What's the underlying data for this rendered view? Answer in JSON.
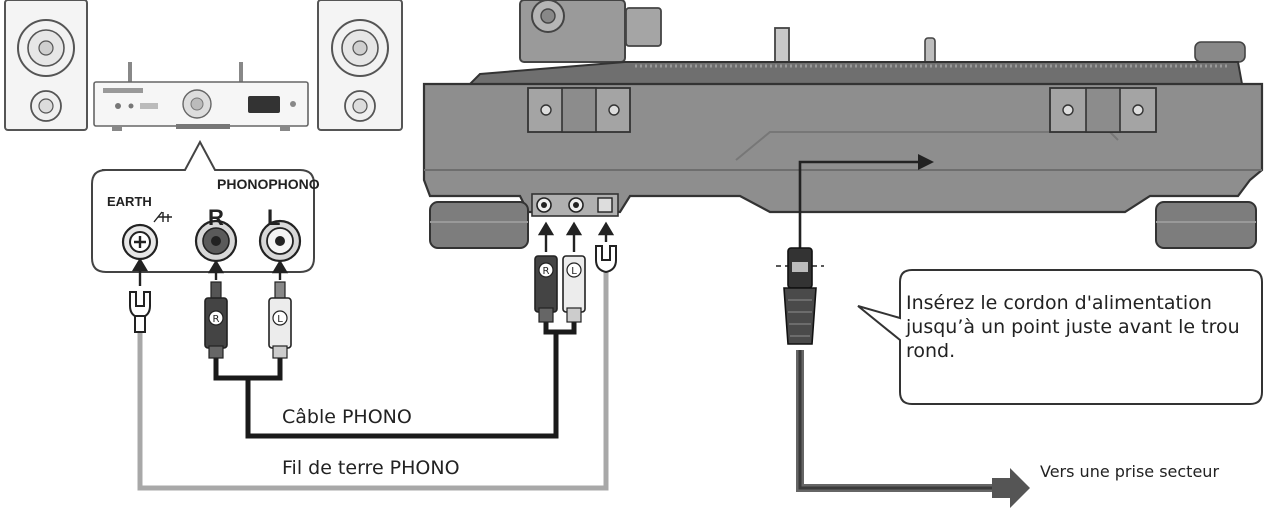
{
  "labels": {
    "phono": "PHONOPHONO",
    "earth": "EARTH",
    "right": "R",
    "left": "L",
    "phono_cable": "Câble PHONO",
    "earth_wire": "Fil de terre PHONO",
    "power_destination": "Vers une prise secteur",
    "callout": "Insérez le cordon d'alimentation jusqu’à un point juste avant le trou rond."
  },
  "plug_marks": {
    "right": "R",
    "left": "L"
  },
  "colors": {
    "body_gray": "#8a8a8a",
    "dark_gray": "#5c5c5c",
    "light_gray": "#bdbdbd",
    "cable_black": "#1a1a1a",
    "wire_gray": "#a8a8a8",
    "arrow": "#333333"
  }
}
